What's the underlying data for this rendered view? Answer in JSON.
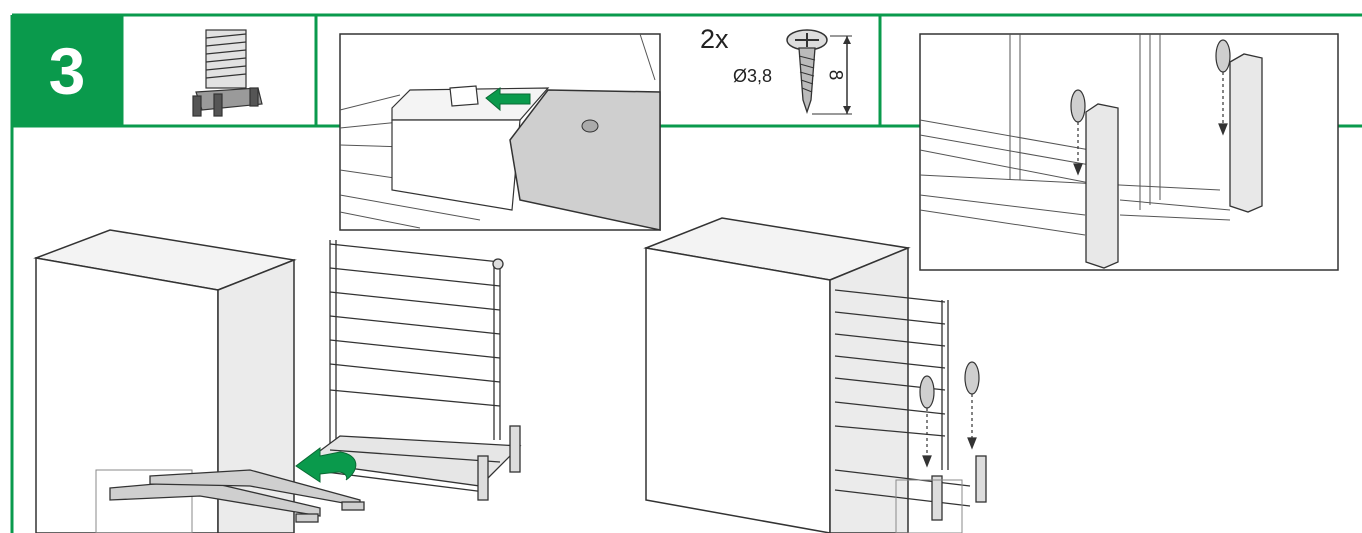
{
  "step": {
    "number": "3"
  },
  "screw": {
    "quantity": "2x",
    "diameter": "Ø3,8",
    "length": "8"
  },
  "colors": {
    "accent": "#0a9a4c",
    "line": "#333333",
    "fill_grey": "#cfcfcf"
  },
  "icons": {
    "module": "pull-out-rack-icon",
    "screw": "screw-icon",
    "screwdriver": "screwdriver-icon",
    "insert_arrow": "insert-arrow-icon"
  }
}
